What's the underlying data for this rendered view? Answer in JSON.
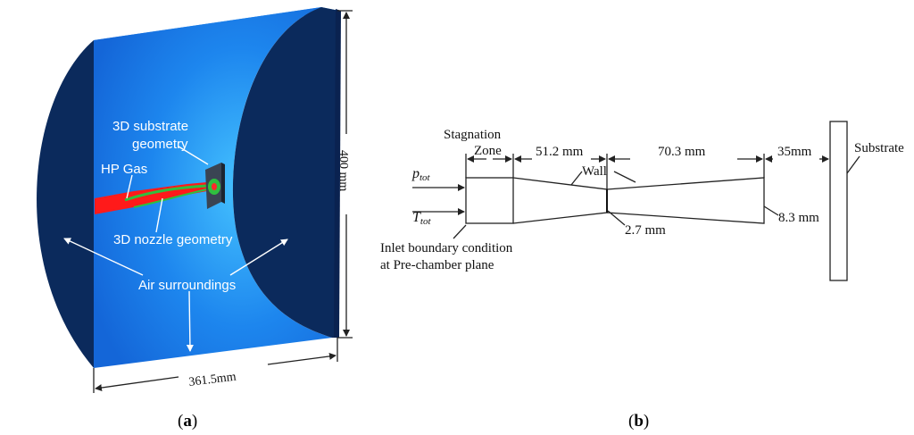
{
  "panel_a": {
    "caption_open": "(",
    "caption_letter": "a",
    "caption_close": ")",
    "labels": {
      "substrate_line1": "3D substrate",
      "substrate_line2": "geometry",
      "hp_gas": "HP Gas",
      "nozzle": "3D nozzle geometry",
      "air": "Air surroundings"
    },
    "dimensions": {
      "height": "400 mm",
      "width": "361.5mm"
    },
    "colors": {
      "domain_face": "#1a6fe8",
      "domain_glow": "#38b4ff",
      "domain_dark": "#0b2a5c",
      "domain_top": "#2f8df0",
      "gas_jet": "#ff1a1a",
      "nozzle_jet": "#2fbf3f"
    }
  },
  "panel_b": {
    "caption_open": "(",
    "caption_letter": "b",
    "caption_close": ")",
    "labels": {
      "stagnation_line1": "Stagnation",
      "stagnation_line2": "Zone",
      "wall": "Wall",
      "substrate": "Substrate",
      "p_main": "p",
      "p_sub": "tot",
      "t_main": "T",
      "t_sub": "tot",
      "inlet_line1": "Inlet boundary condition",
      "inlet_line2": "at Pre-chamber plane"
    },
    "dimensions": {
      "converging": "51.2 mm",
      "diverging": "70.3 mm",
      "standoff": "35mm",
      "throat": "2.7 mm",
      "exit": "8.3 mm"
    }
  }
}
